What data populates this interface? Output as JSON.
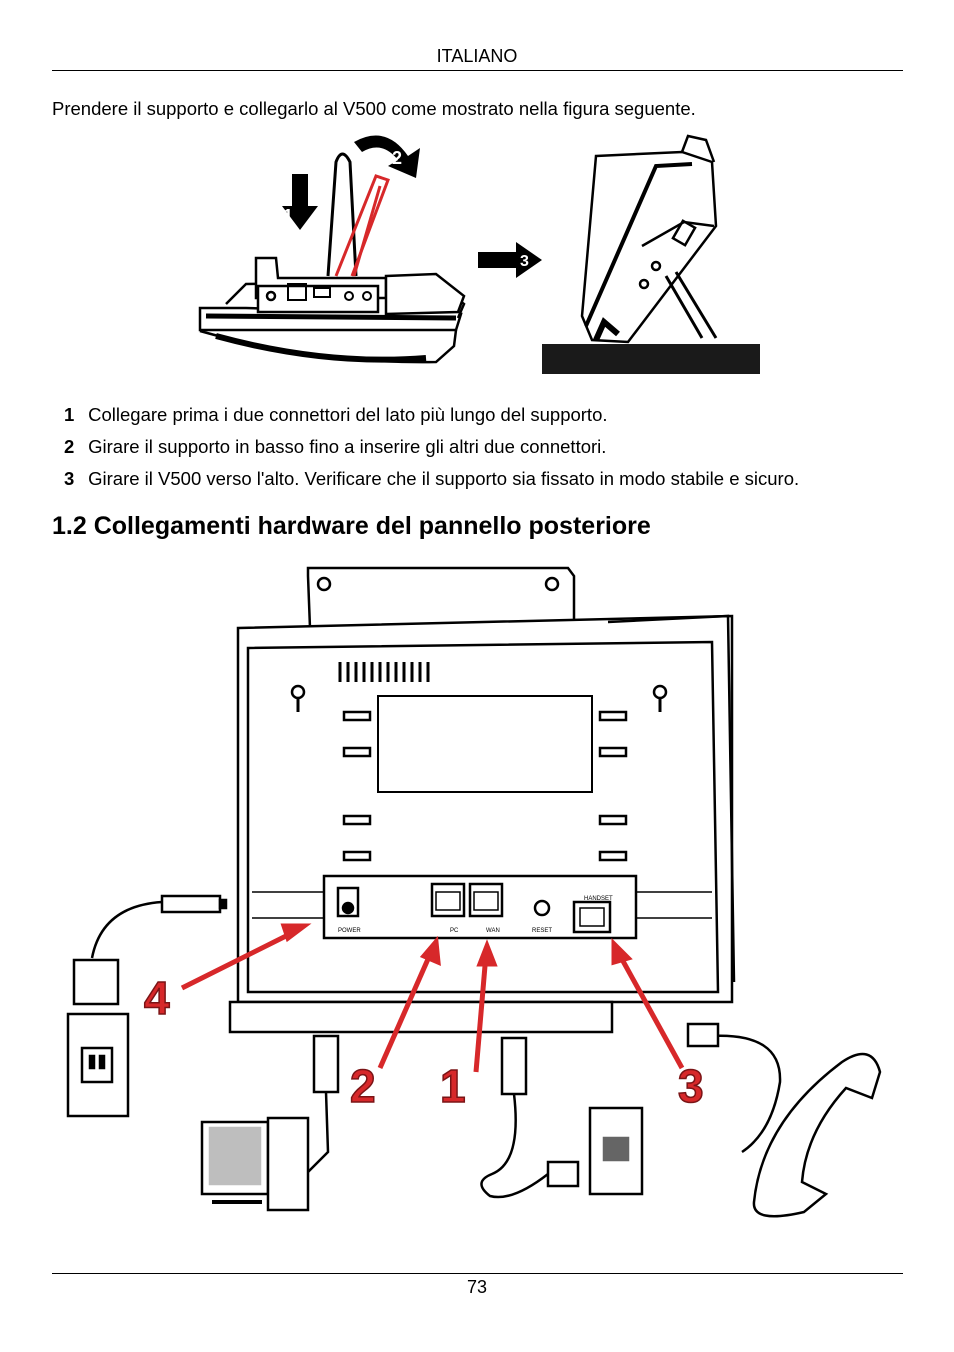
{
  "header": {
    "language": "ITALIANO"
  },
  "intro": "Prendere il supporto e collegarlo al V500 come mostrato nella figura seguente.",
  "figure1": {
    "callouts": [
      "1",
      "2",
      "3"
    ]
  },
  "steps": [
    {
      "num": "1",
      "text": "Collegare prima i due connettori del lato più lungo del supporto."
    },
    {
      "num": "2",
      "text": "Girare il supporto in basso fino a inserire gli altri due connettori."
    },
    {
      "num": "3",
      "text": "Girare il V500 verso l'alto. Verificare che il supporto sia fissato in modo stabile e sicuro."
    }
  ],
  "section": {
    "title": "1.2 Collegamenti hardware del pannello posteriore"
  },
  "figure2": {
    "port_labels": {
      "power": "POWER",
      "pc": "PC",
      "wan": "WAN",
      "reset": "RESET",
      "handset": "HANDSET"
    },
    "callouts": [
      "1",
      "2",
      "3",
      "4"
    ],
    "accent_color": "#d7282a"
  },
  "footer": {
    "page_number": "73"
  }
}
